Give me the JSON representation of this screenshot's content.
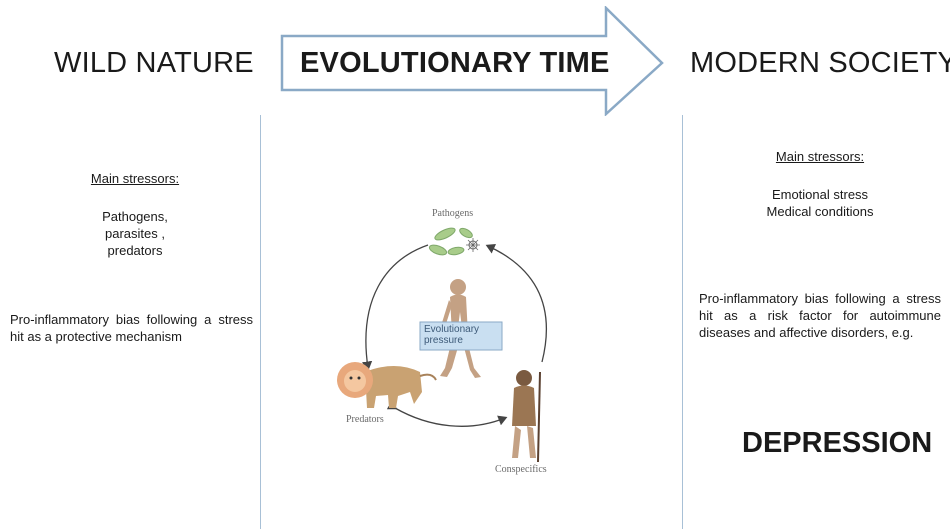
{
  "header": {
    "left_title": "WILD NATURE",
    "center_title": "EVOLUTIONARY TIME",
    "right_title": "MODERN SOCIETY"
  },
  "left": {
    "stressors_title": "Main stressors:",
    "stressors": [
      "Pathogens,",
      "parasites ,",
      "predators"
    ],
    "bias_text": "Pro-inflammatory bias following a stress hit as a protective mechanism"
  },
  "right": {
    "stressors_title": "Main stressors:",
    "stressors": [
      "Emotional stress",
      "Medical conditions"
    ],
    "bias_text": "Pro-inflammatory bias following a stress hit as a risk factor for autoimmune diseases and affective disorders, e.g.",
    "emphasis": "DEPRESSION"
  },
  "figure": {
    "top_label": "Pathogens",
    "center_label_line1": "Evolutionary",
    "center_label_line2": "pressure",
    "left_label": "Predators",
    "bottom_label": "Conspecifics"
  },
  "colors": {
    "arrow_outline": "#8aa9c6",
    "divider": "#a8c0d6",
    "pressure_box": "#c9dff1",
    "pathogen_green": "#a8cc8a",
    "figure_skin": "#c4a184"
  }
}
